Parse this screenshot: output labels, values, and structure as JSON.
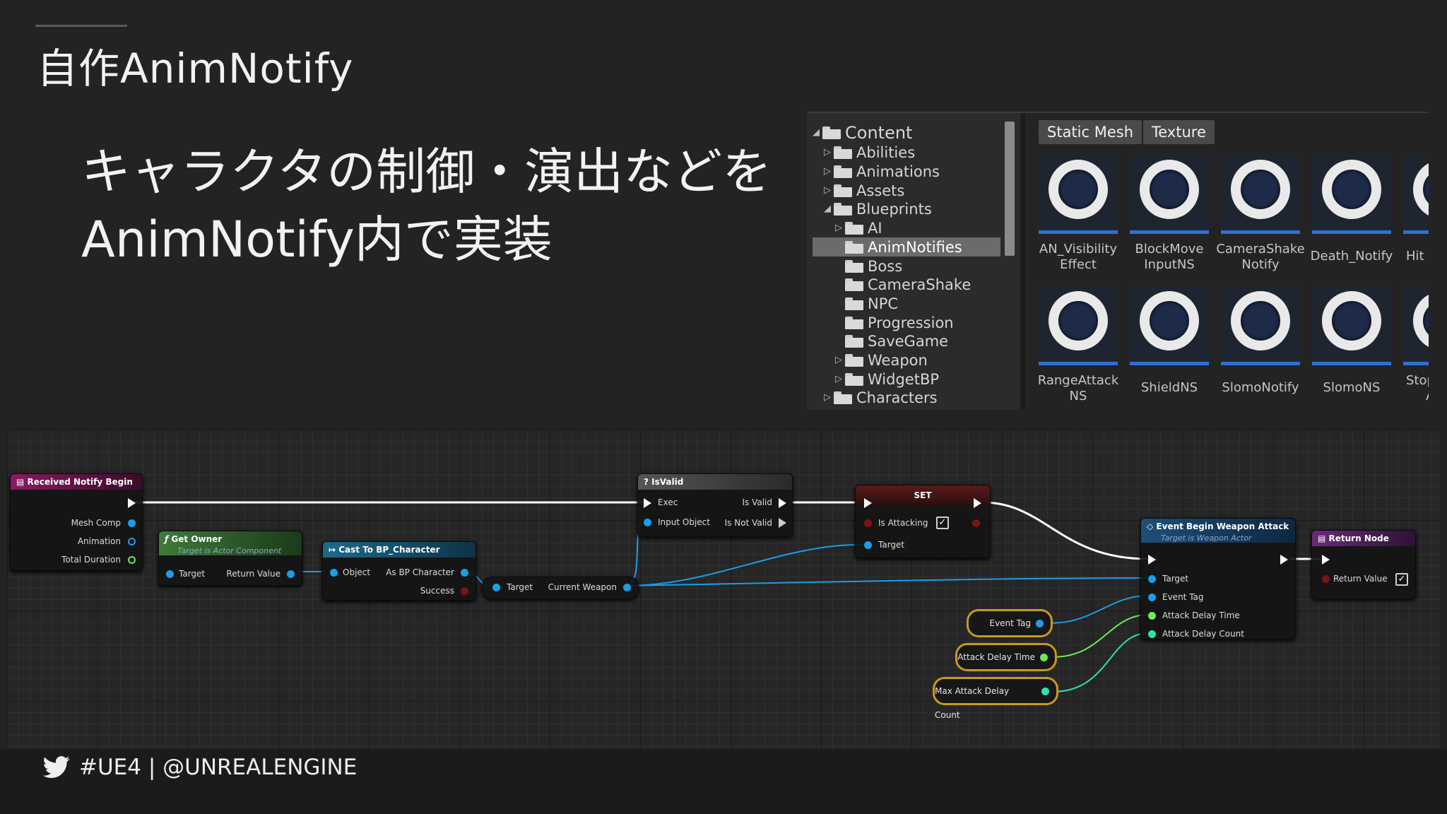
{
  "slide": {
    "title": "自作AnimNotify",
    "body_line1": "キャラクタの制御・演出などを",
    "body_line2": "AnimNotify内で実装"
  },
  "content_browser": {
    "tree": [
      {
        "label": "Content",
        "arrow": "◢"
      },
      {
        "label": "Abilities",
        "arrow": "▷"
      },
      {
        "label": "Animations",
        "arrow": "▷"
      },
      {
        "label": "Assets",
        "arrow": "▷"
      },
      {
        "label": "Blueprints",
        "arrow": "◢"
      },
      {
        "label": "AI",
        "arrow": "▷"
      },
      {
        "label": "AnimNotifies",
        "arrow": "",
        "selected": true
      },
      {
        "label": "Boss",
        "arrow": ""
      },
      {
        "label": "CameraShake",
        "arrow": ""
      },
      {
        "label": "NPC",
        "arrow": ""
      },
      {
        "label": "Progression",
        "arrow": ""
      },
      {
        "label": "SaveGame",
        "arrow": ""
      },
      {
        "label": "Weapon",
        "arrow": "▷"
      },
      {
        "label": "WidgetBP",
        "arrow": "▷"
      },
      {
        "label": "Characters",
        "arrow": "▷"
      }
    ],
    "filters": [
      "Static Mesh",
      "Texture"
    ],
    "assets": [
      {
        "line1": "AN_Visibility",
        "line2": "Effect"
      },
      {
        "line1": "BlockMove",
        "line2": "InputNS"
      },
      {
        "line1": "CameraShake",
        "line2": "Notify"
      },
      {
        "line1": "Death_Notify",
        "line2": ""
      },
      {
        "line1": "Hit",
        "line2": ""
      },
      {
        "line1": "RangeAttack",
        "line2": "NS"
      },
      {
        "line1": "ShieldNS",
        "line2": ""
      },
      {
        "line1": "SlomoNotify",
        "line2": ""
      },
      {
        "line1": "SlomoNS",
        "line2": ""
      },
      {
        "line1": "Stop",
        "line2": "A"
      }
    ]
  },
  "blueprint": {
    "received": {
      "title": "Received Notify Begin",
      "mesh_comp": "Mesh Comp",
      "animation": "Animation",
      "total_duration": "Total Duration"
    },
    "get_owner": {
      "title": "Get Owner",
      "subtitle": "Target is Actor Component",
      "target": "Target",
      "return_value": "Return Value"
    },
    "cast": {
      "title": "Cast To BP_Character",
      "object": "Object",
      "as_bp": "As BP Character",
      "success": "Success"
    },
    "weapon": {
      "target": "Target",
      "current_weapon": "Current Weapon"
    },
    "isvalid": {
      "title": "IsValid",
      "exec": "Exec",
      "input_object": "Input Object",
      "is_valid": "Is Valid",
      "is_not_valid": "Is Not Valid"
    },
    "set": {
      "title": "SET",
      "is_attacking": "Is Attacking",
      "target": "Target"
    },
    "event": {
      "title": "Event Begin Weapon Attack",
      "subtitle": "Target is Weapon Actor",
      "target": "Target",
      "event_tag": "Event Tag",
      "delay_time": "Attack Delay Time",
      "delay_count": "Attack Delay Count"
    },
    "return": {
      "title": "Return Node",
      "return_value": "Return Value"
    },
    "vars": {
      "event_tag": "Event Tag",
      "delay_time": "Attack Delay Time",
      "max_delay": "Max Attack Delay Count"
    }
  },
  "footer": {
    "social": "#UE4 | @UNREALENGINE"
  }
}
